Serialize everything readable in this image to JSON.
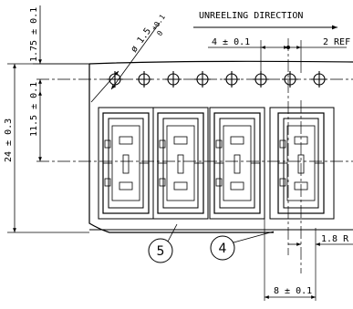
{
  "drawing": {
    "unreeling_direction": "UNREELING DIRECTION",
    "dim_pitch_top": "4 ± 0.1",
    "dim_ref_top": "2 REF",
    "dim_hole_dia": "ø 1.5",
    "dim_hole_tol": "+0.1",
    "dim_hole_tol2": "0",
    "dim_edge": "1.75 ± 0.1",
    "dim_center": "11.5 ± 0.1",
    "dim_width": "24 ± 0.3",
    "dim_pitch_bottom": "8 ± 0.1",
    "dim_ref_bottom": "1.8 R",
    "balloon_5": "5",
    "balloon_4": "4"
  }
}
